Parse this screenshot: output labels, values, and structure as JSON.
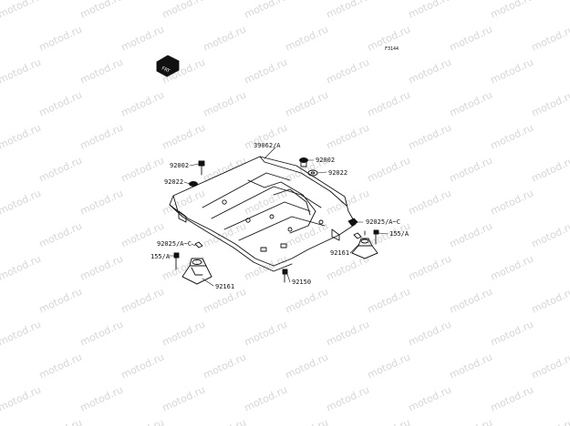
{
  "diagram": {
    "code": "F3144",
    "watermark": "motod.ru",
    "ink_color": "#111111",
    "watermark_color": "#d6d6d6",
    "callouts": [
      {
        "id": "c-39062",
        "text": "39062/A"
      },
      {
        "id": "c-92002-r",
        "text": "92002"
      },
      {
        "id": "c-92022-r",
        "text": "92022"
      },
      {
        "id": "c-92002-l",
        "text": "92002"
      },
      {
        "id": "c-92022-l",
        "text": "92022"
      },
      {
        "id": "c-92025-r",
        "text": "92025/A~C"
      },
      {
        "id": "c-155-r",
        "text": "155/A"
      },
      {
        "id": "c-92161-r",
        "text": "92161"
      },
      {
        "id": "c-92025-l",
        "text": "92025/A~C"
      },
      {
        "id": "c-155-l",
        "text": "155/A"
      },
      {
        "id": "c-92150",
        "text": "92150"
      },
      {
        "id": "c-92161-l",
        "text": "92161"
      }
    ]
  }
}
